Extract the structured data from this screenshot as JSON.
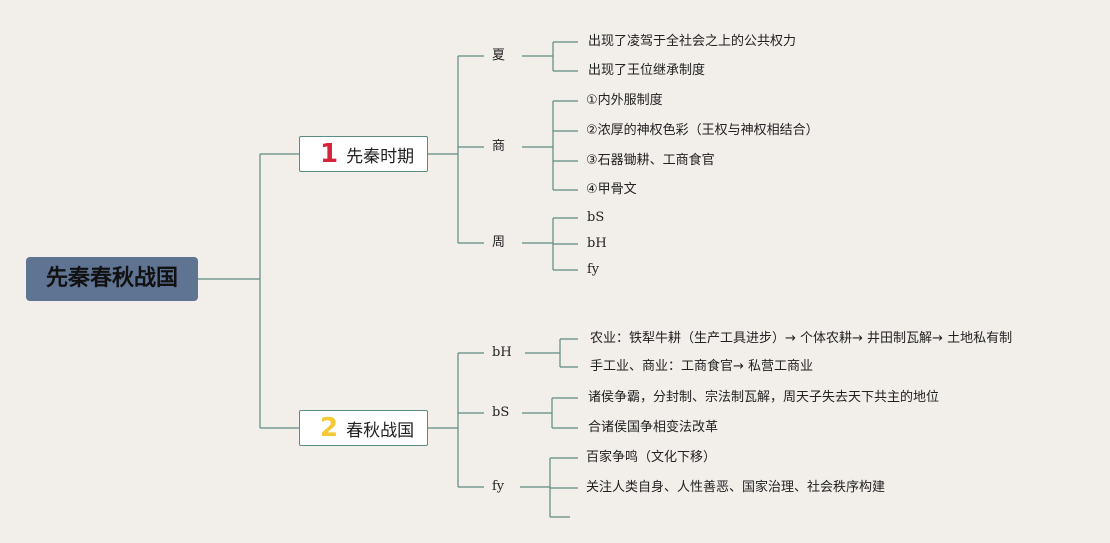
{
  "root": {
    "label": "先秦春秋战国"
  },
  "colors": {
    "line": "#5b8c82",
    "root_bg": "#5f7393",
    "num1": "#d6243c",
    "num2": "#f2c834",
    "bg": "#f2eeea"
  },
  "branches": [
    {
      "number": "1",
      "label": "先秦时期",
      "children": [
        {
          "label": "夏",
          "leaves": [
            "出现了凌驾于全社会之上的公共权力",
            "出现了王位继承制度"
          ]
        },
        {
          "label": "商",
          "leaves": [
            "①内外服制度",
            "②浓厚的神权色彩（王权与神权相结合）",
            "③石器锄耕、工商食官",
            "④甲骨文"
          ]
        },
        {
          "label": "周",
          "leaves": [
            "bS",
            "bH",
            "fy"
          ]
        }
      ]
    },
    {
      "number": "2",
      "label": "春秋战国",
      "children": [
        {
          "label": "bH",
          "leaves": [
            "农业：铁犁牛耕（生产工具进步）→ 个体农耕→ 井田制瓦解→ 土地私有制",
            "手工业、商业：工商食官→ 私营工商业"
          ]
        },
        {
          "label": "bS",
          "leaves": [
            "诸侯争霸，分封制、宗法制瓦解，周天子失去天下共主的地位",
            "合诸侯国争相变法改革"
          ]
        },
        {
          "label": "fy",
          "leaves": [
            "百家争鸣（文化下移）",
            "关注人类自身、人性善恶、国家治理、社会秩序构建",
            ""
          ]
        }
      ]
    }
  ]
}
